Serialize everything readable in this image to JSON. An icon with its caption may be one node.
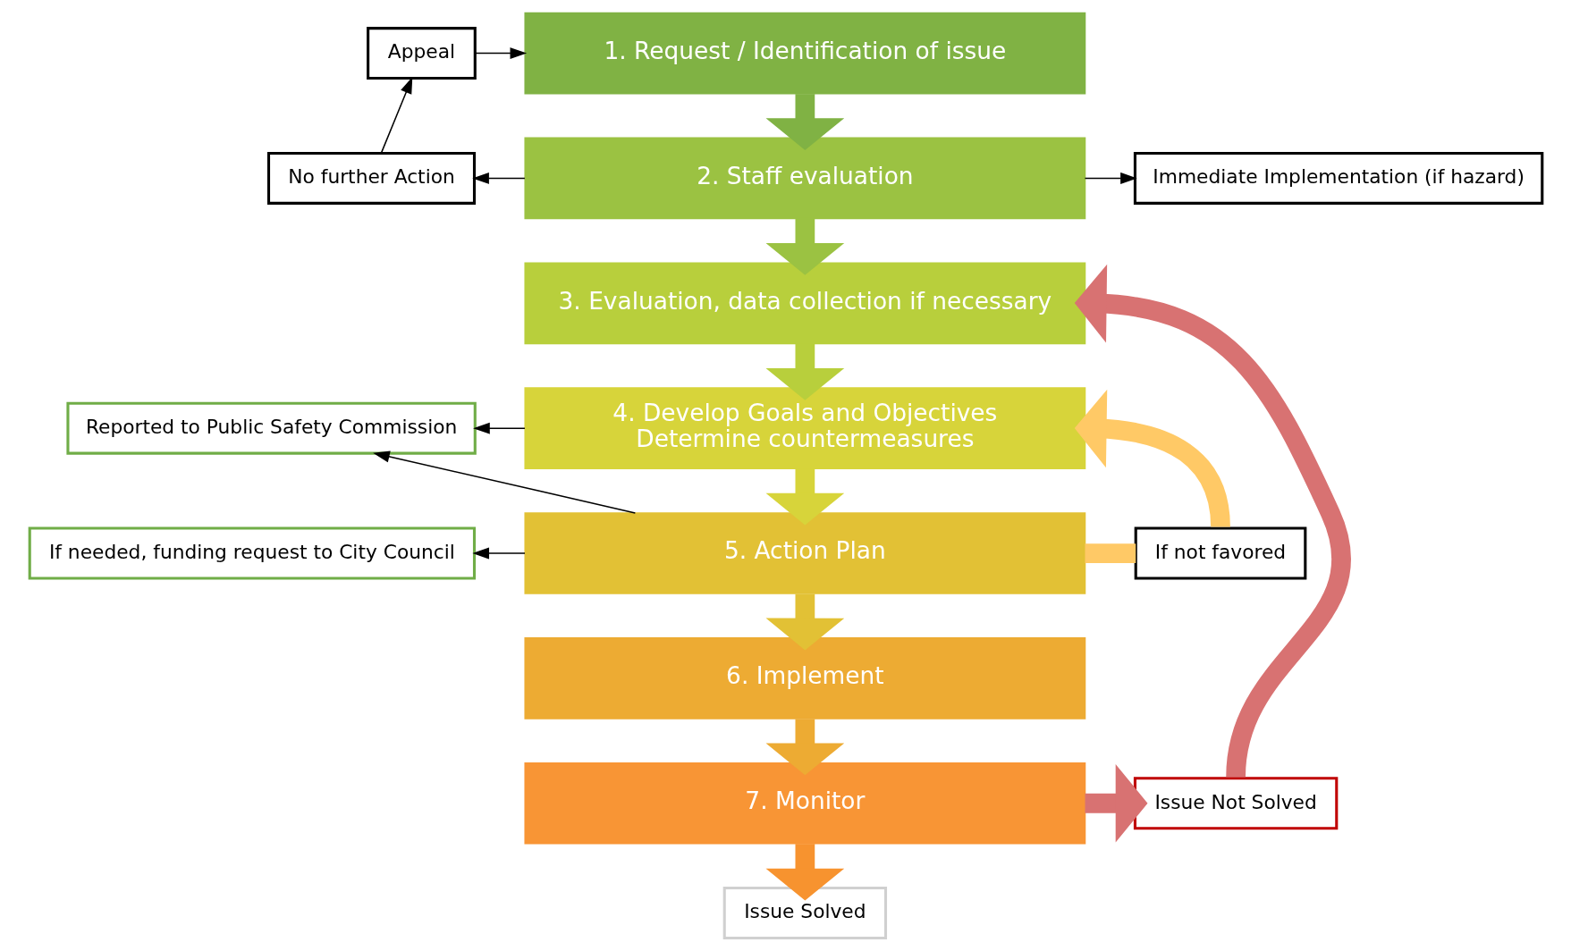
{
  "diagram": {
    "nodes": [
      {
        "text": [
          "Appeal"
        ]
      },
      {
        "text": [
          "1. Request / Identification of issue"
        ]
      },
      {
        "text": [
          "No further Action"
        ]
      },
      {
        "text": [
          "2. Staff evaluation"
        ]
      },
      {
        "text": [
          "Immediate Implementation (if hazard)"
        ]
      },
      {
        "text": [
          "3. Evaluation, data collection if necessary"
        ]
      },
      {
        "text": [
          "Reported to Public Safety Commission"
        ]
      },
      {
        "text": [
          "4. Develop Goals and Objectives",
          "Determine countermeasures"
        ]
      },
      {
        "text": [
          "If needed, funding request to City Council"
        ]
      },
      {
        "text": [
          "5. Action Plan"
        ]
      },
      {
        "text": [
          "If not favored"
        ]
      },
      {
        "text": [
          "6. Implement"
        ]
      },
      {
        "text": [
          "7. Monitor"
        ]
      },
      {
        "text": [
          "Issue Not Solved"
        ]
      },
      {
        "text": [
          "Issue Solved"
        ]
      }
    ],
    "edges": [
      {
        "from": 0,
        "to": 1,
        "arrow": "to"
      },
      {
        "from": 1,
        "to": 3,
        "arrow": "to",
        "color": "#80b244"
      },
      {
        "from": 3,
        "to": 2,
        "arrow": "to"
      },
      {
        "from": 2,
        "to": 0,
        "arrow": "to"
      },
      {
        "from": 3,
        "to": 4,
        "arrow": "to"
      },
      {
        "from": 3,
        "to": 5,
        "arrow": "to",
        "color": "#9bc242"
      },
      {
        "from": 7,
        "to": 6,
        "arrow": "to"
      },
      {
        "from": 9,
        "to": 6,
        "arrow": "to"
      },
      {
        "from": 9,
        "to": 8,
        "arrow": "to"
      },
      {
        "from": 5,
        "to": 7,
        "arrow": "to",
        "color": "#b8cf3c"
      },
      {
        "from": 7,
        "to": 9,
        "arrow": "to",
        "color": "#d7d43a"
      },
      {
        "from": 9,
        "to": 10,
        "arrow": "none",
        "color": "#ffc966"
      },
      {
        "from": 10,
        "to": 7,
        "arrow": "to",
        "color": "#ffc966"
      },
      {
        "from": 9,
        "to": 11,
        "arrow": "to",
        "color": "#e2c135"
      },
      {
        "from": 11,
        "to": 12,
        "arrow": "to",
        "color": "#edab33"
      },
      {
        "from": 12,
        "to": 13,
        "arrow": "to",
        "color": "#d87272"
      },
      {
        "from": 13,
        "to": 5,
        "arrow": "to",
        "color": "#d87272"
      },
      {
        "from": 12,
        "to": 14,
        "arrow": "to",
        "color": "#f7932f"
      }
    ]
  }
}
